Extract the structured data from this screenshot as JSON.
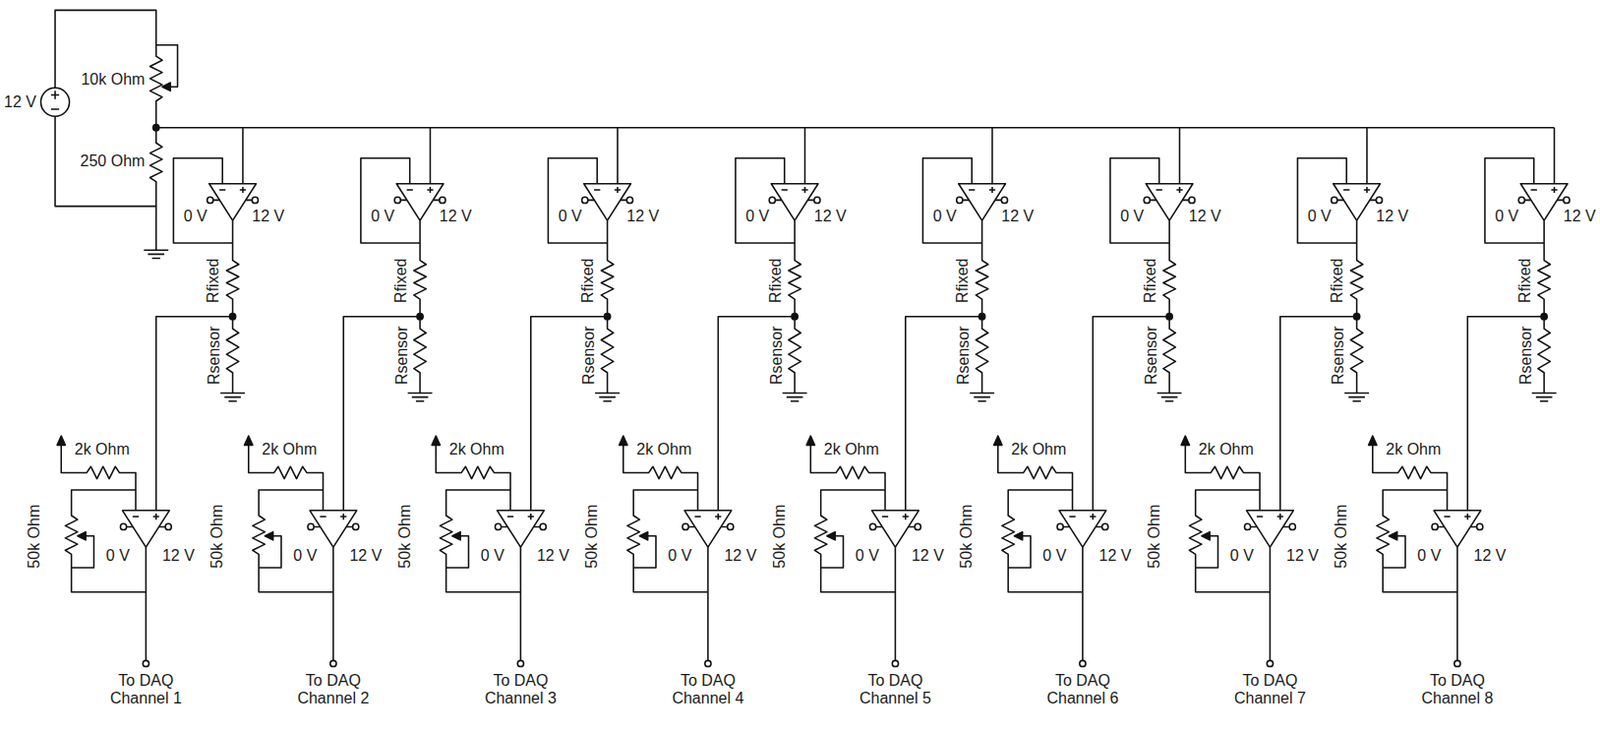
{
  "diagram": {
    "labels": [
      "12 V",
      "10k Ohm",
      "250 Ohm",
      "0 V",
      "12 V",
      "Rfixed",
      "Rsensor",
      "2k Ohm",
      "50k Ohm",
      "0 V",
      "12 V",
      "To DAQ Channel 1",
      "0 V",
      "12 V",
      "Rfixed",
      "Rsensor",
      "2k Ohm",
      "50k Ohm",
      "0 V",
      "12 V",
      "To DAQ Channel 2",
      "0 V",
      "12 V",
      "Rfixed",
      "Rsensor",
      "2k Ohm",
      "50k Ohm",
      "0 V",
      "12 V",
      "To DAQ Channel 3",
      "0 V",
      "12 V",
      "Rfixed",
      "Rsensor",
      "2k Ohm",
      "50k Ohm",
      "0 V",
      "12 V",
      "To DAQ Channel 4",
      "0 V",
      "12 V",
      "Rfixed",
      "Rsensor",
      "2k Ohm",
      "50k Ohm",
      "0 V",
      "12 V",
      "To DAQ Channel 5",
      "0 V",
      "12 V",
      "Rfixed",
      "Rsensor",
      "2k Ohm",
      "50k Ohm",
      "0 V",
      "12 V",
      "To DAQ Channel 6",
      "0 V",
      "12 V",
      "Rfixed",
      "Rsensor",
      "2k Ohm",
      "50k Ohm",
      "0 V",
      "12 V",
      "To DAQ Channel 7",
      "0 V",
      "12 V",
      "Rfixed",
      "Rsensor",
      "2k Ohm",
      "50k Ohm",
      "0 V",
      "12 V",
      "To DAQ Channel 8"
    ]
  }
}
